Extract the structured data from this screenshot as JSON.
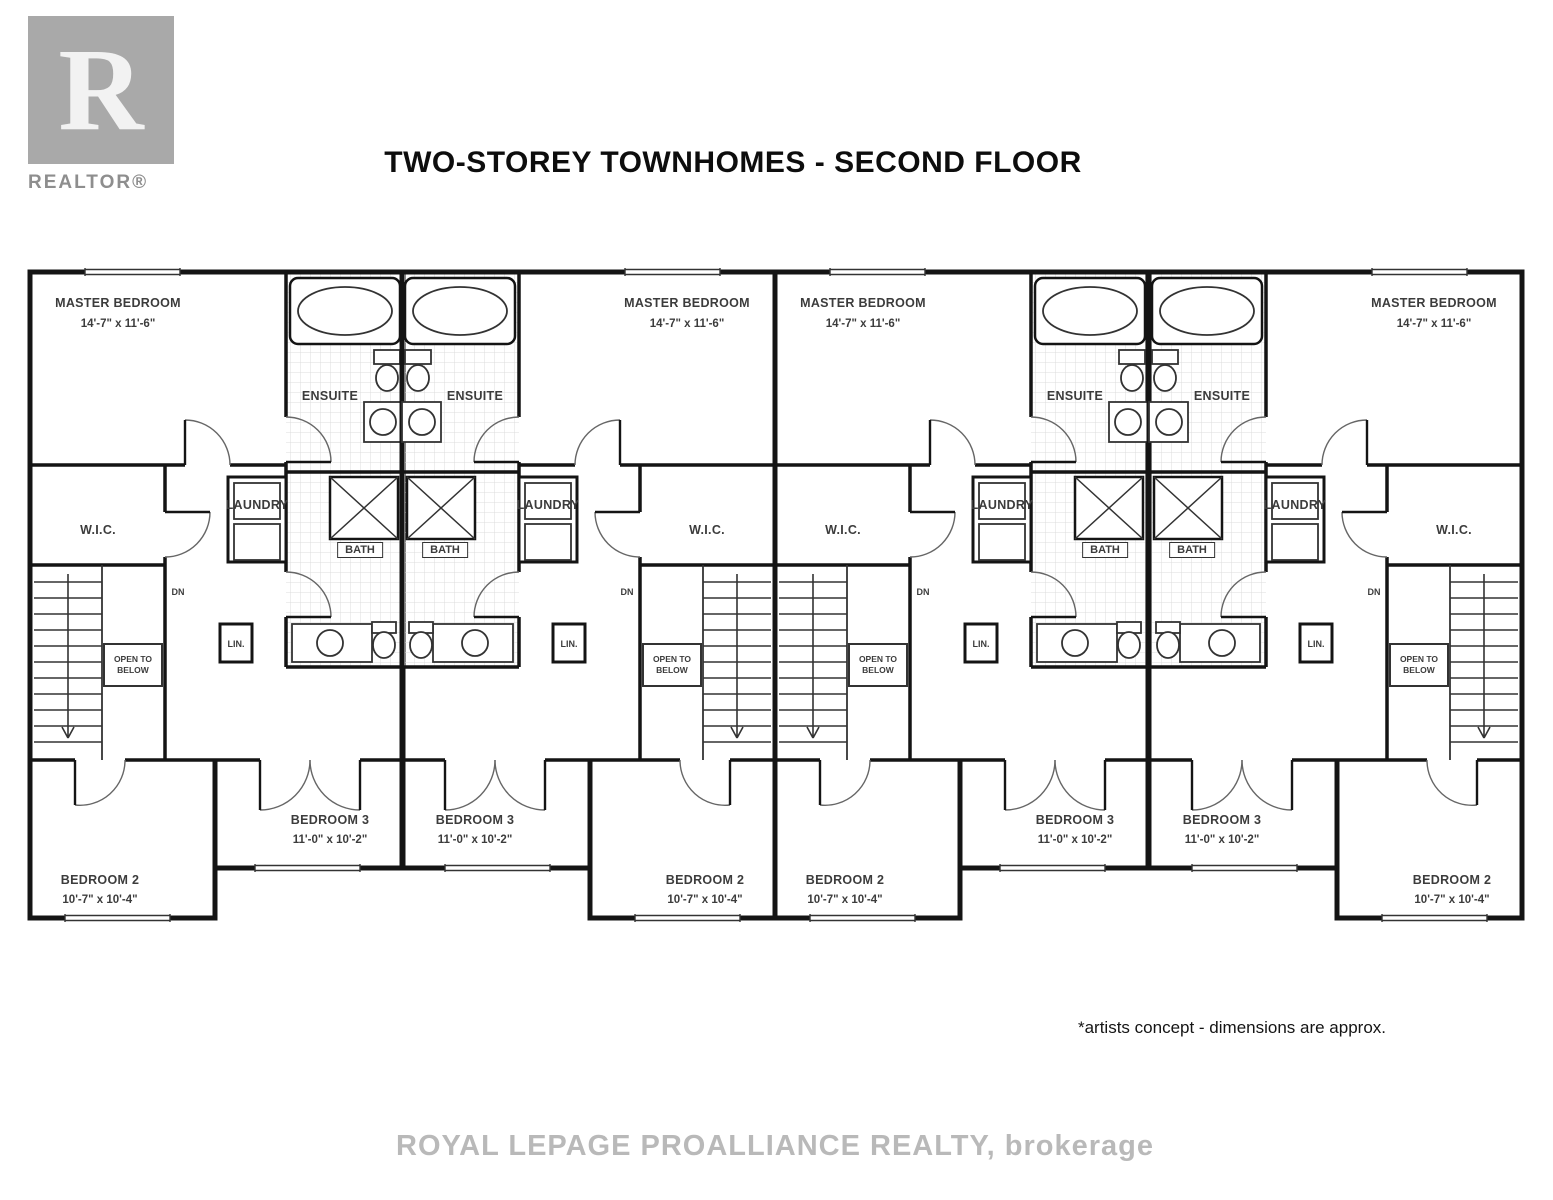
{
  "header": {
    "title": "TWO-STOREY TOWNHOMES - SECOND FLOOR"
  },
  "logo": {
    "letter": "R",
    "label": "REALTOR®"
  },
  "rooms": {
    "master": {
      "name": "MASTER BEDROOM",
      "dims": "14'-7\" x 11'-6\""
    },
    "ensuite": {
      "name": "ENSUITE"
    },
    "wic": {
      "name": "W.I.C."
    },
    "laundry": {
      "name": "LAUNDRY"
    },
    "bath": {
      "name": "BATH"
    },
    "linen": {
      "name": "LIN."
    },
    "stairs": {
      "dn": "DN",
      "open_below": "OPEN TO BELOW"
    },
    "bedroom2": {
      "name": "BEDROOM 2",
      "dims": "10'-7\" x 10'-4\""
    },
    "bedroom3": {
      "name": "BEDROOM 3",
      "dims": "11'-0\" x 10'-2\""
    }
  },
  "footer": {
    "note": "*artists concept - dimensions are approx.",
    "watermark": "ROYAL LEPAGE PROALLIANCE REALTY, brokerage"
  }
}
